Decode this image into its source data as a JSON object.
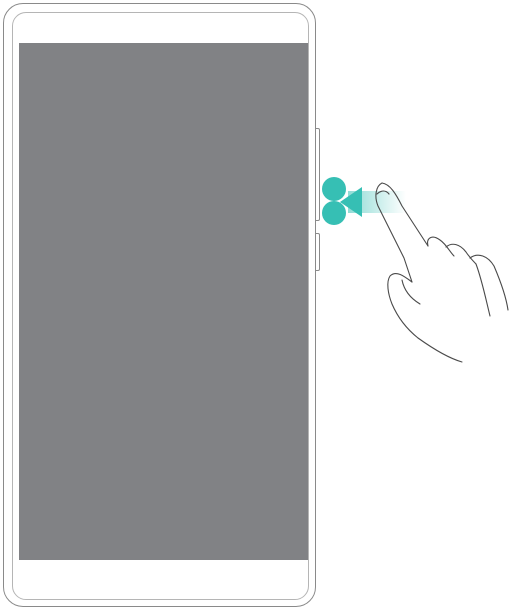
{
  "colors": {
    "screen": "#818285",
    "device_outline": "#8a8a8a",
    "touch_point": "#36bfb4",
    "swipe_trail": "#a6dfdc",
    "hand_outline": "#4a4a4a"
  },
  "gesture": {
    "type": "two-finger swipe left from right edge",
    "touch_points": 2,
    "direction": "left"
  },
  "icons": [
    "hand-pointer-icon",
    "touch-point-icon",
    "swipe-arrow-icon"
  ]
}
